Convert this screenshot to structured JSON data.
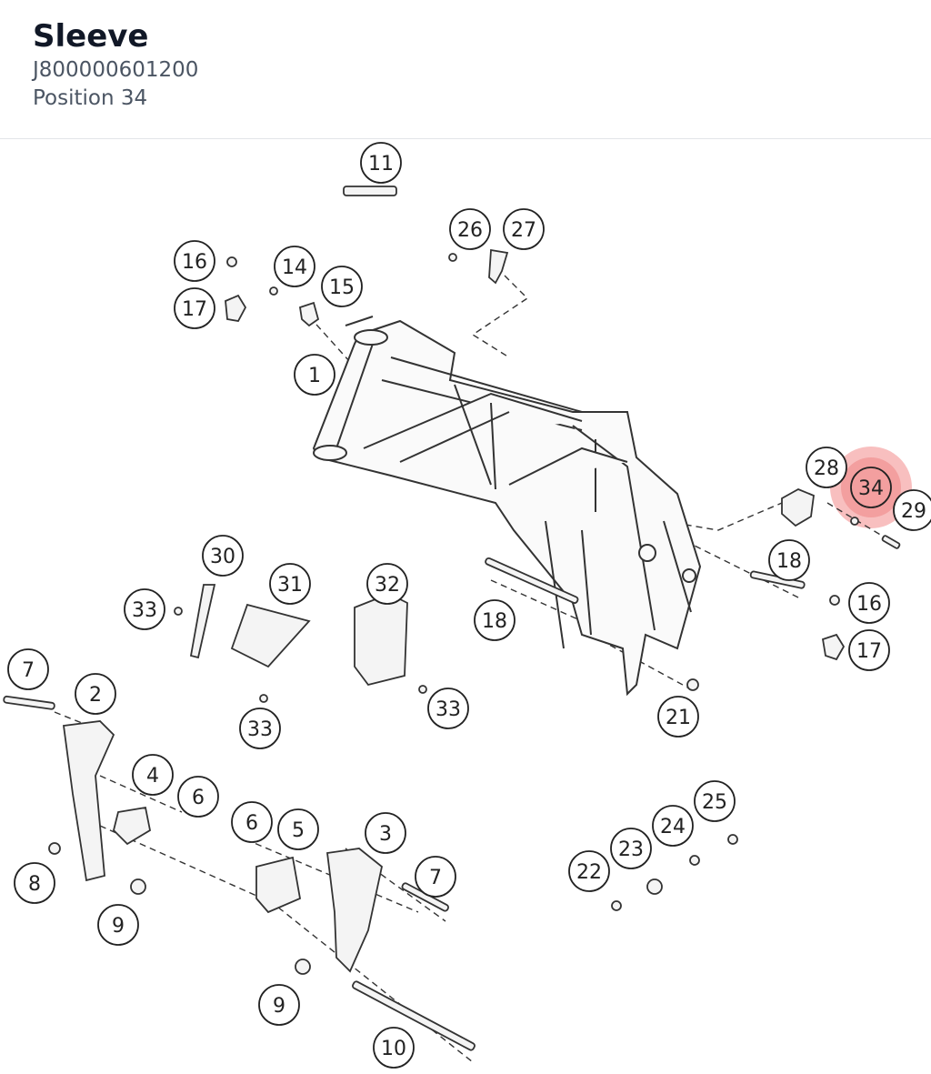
{
  "header": {
    "title": "Sleeve",
    "part_number": "J800000601200",
    "position": "Position 34"
  },
  "diagram": {
    "highlight_label": "34",
    "highlight_color": "#f28b8b",
    "callouts": [
      "11",
      "26",
      "27",
      "16",
      "14",
      "15",
      "17",
      "1",
      "28",
      "34",
      "29",
      "18",
      "16",
      "17",
      "30",
      "31",
      "32",
      "33",
      "18",
      "33",
      "33",
      "7",
      "2",
      "21",
      "4",
      "6",
      "6",
      "5",
      "3",
      "7",
      "25",
      "24",
      "23",
      "22",
      "8",
      "9",
      "9",
      "10"
    ]
  }
}
